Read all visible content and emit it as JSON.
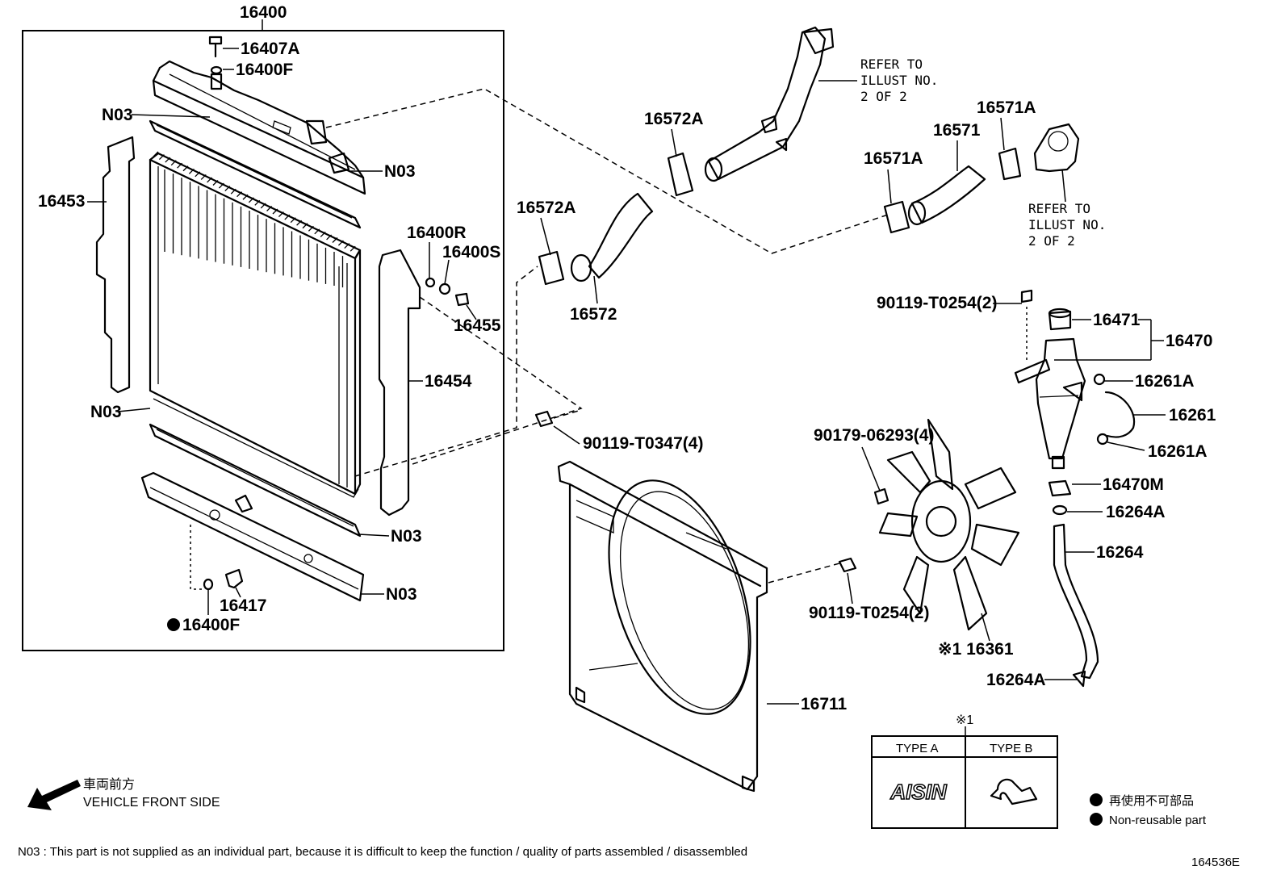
{
  "diagram_id": "164536E",
  "labels": {
    "radiator_assy": "16400",
    "drain_cock_plug": "16407A",
    "gasket_upper": "16400F",
    "gasket_lower": "16400F",
    "support_left": "16453",
    "support_right": "16454",
    "washer_r": "16400R",
    "washer_s": "16400S",
    "bolt_16455": "16455",
    "drain_cock": "16417",
    "n03_top_tank_upper": "N03",
    "n03_top_tank_right": "N03",
    "n03_core_bottom": "N03",
    "n03_lower_gasket": "N03",
    "n03_lower_tank": "N03",
    "clamp_16572a_upper": "16572A",
    "clamp_16572a_lower": "16572A",
    "hose_16572": "16572",
    "clamp_16571a_upper": "16571A",
    "clamp_16571a_lower": "16571A",
    "hose_16571": "16571",
    "bolt_t0347": "90119-T0347(4)",
    "bolt_t0254_tank": "90119-T0254(2)",
    "bolt_t0254_shroud": "90119-T0254(2)",
    "nut_06293": "90179-06293(4)",
    "reserve_cap": "16471",
    "reserve_tank": "16470",
    "clamp_16261a_upper": "16261A",
    "clamp_16261a_lower": "16261A",
    "hose_16261": "16261",
    "grommet_16470m": "16470M",
    "clamp_16264a_upper": "16264A",
    "clamp_16264a_lower": "16264A",
    "hose_16264": "16264",
    "fan": "※1 16361",
    "shroud": "16711"
  },
  "refer_note_1": [
    "REFER TO",
    "ILLUST NO.",
    "2 OF 2"
  ],
  "refer_note_2": [
    "REFER TO",
    "ILLUST NO.",
    "2 OF 2"
  ],
  "type_table": {
    "marker": "※1",
    "col_a": "TYPE A",
    "col_b": "TYPE B",
    "logo_a": "AISIN"
  },
  "direction": {
    "jp": "車両前方",
    "en": "VEHICLE FRONT SIDE"
  },
  "legend": {
    "jp": "再使用不可部品",
    "en": "Non-reusable part"
  },
  "footnote": "N03 : This part is not supplied as an individual part, because it is difficult to keep the function / quality of parts assembled / disassembled"
}
